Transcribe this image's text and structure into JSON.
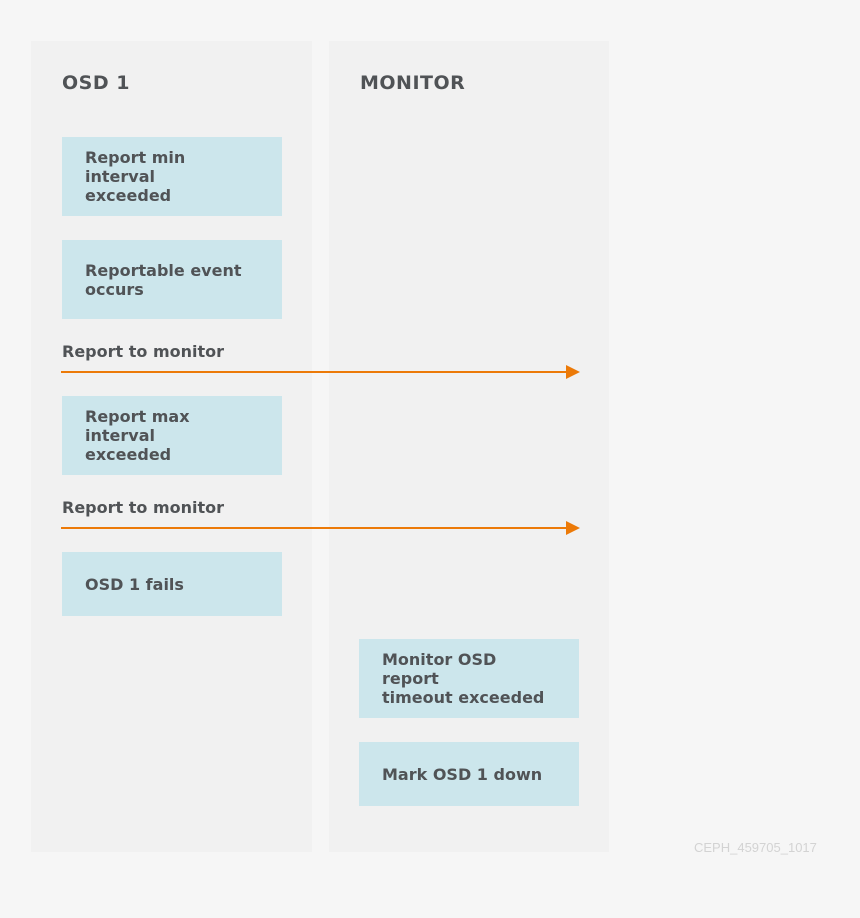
{
  "columns": {
    "osd": {
      "title": "OSD 1"
    },
    "monitor": {
      "title": "MONITOR"
    }
  },
  "osd_steps": [
    {
      "text": "Report min interval\nexceeded"
    },
    {
      "text": "Reportable event\noccurs"
    },
    {
      "text": "Report max interval\nexceeded"
    },
    {
      "text": "OSD 1 fails"
    }
  ],
  "messages": [
    {
      "label": "Report to monitor"
    },
    {
      "label": "Report to monitor"
    }
  ],
  "monitor_steps": [
    {
      "text": "Monitor OSD report\ntimeout exceeded"
    },
    {
      "text": "Mark OSD 1 down"
    }
  ],
  "figure_id": "CEPH_459705_1017",
  "colors": {
    "page_bg": "#f6f6f6",
    "column_bg": "#f1f1f1",
    "step_box": "#cce6ec",
    "arrow": "#ec7a08",
    "text": "#505356",
    "figure_id": "#d3d3d3"
  }
}
